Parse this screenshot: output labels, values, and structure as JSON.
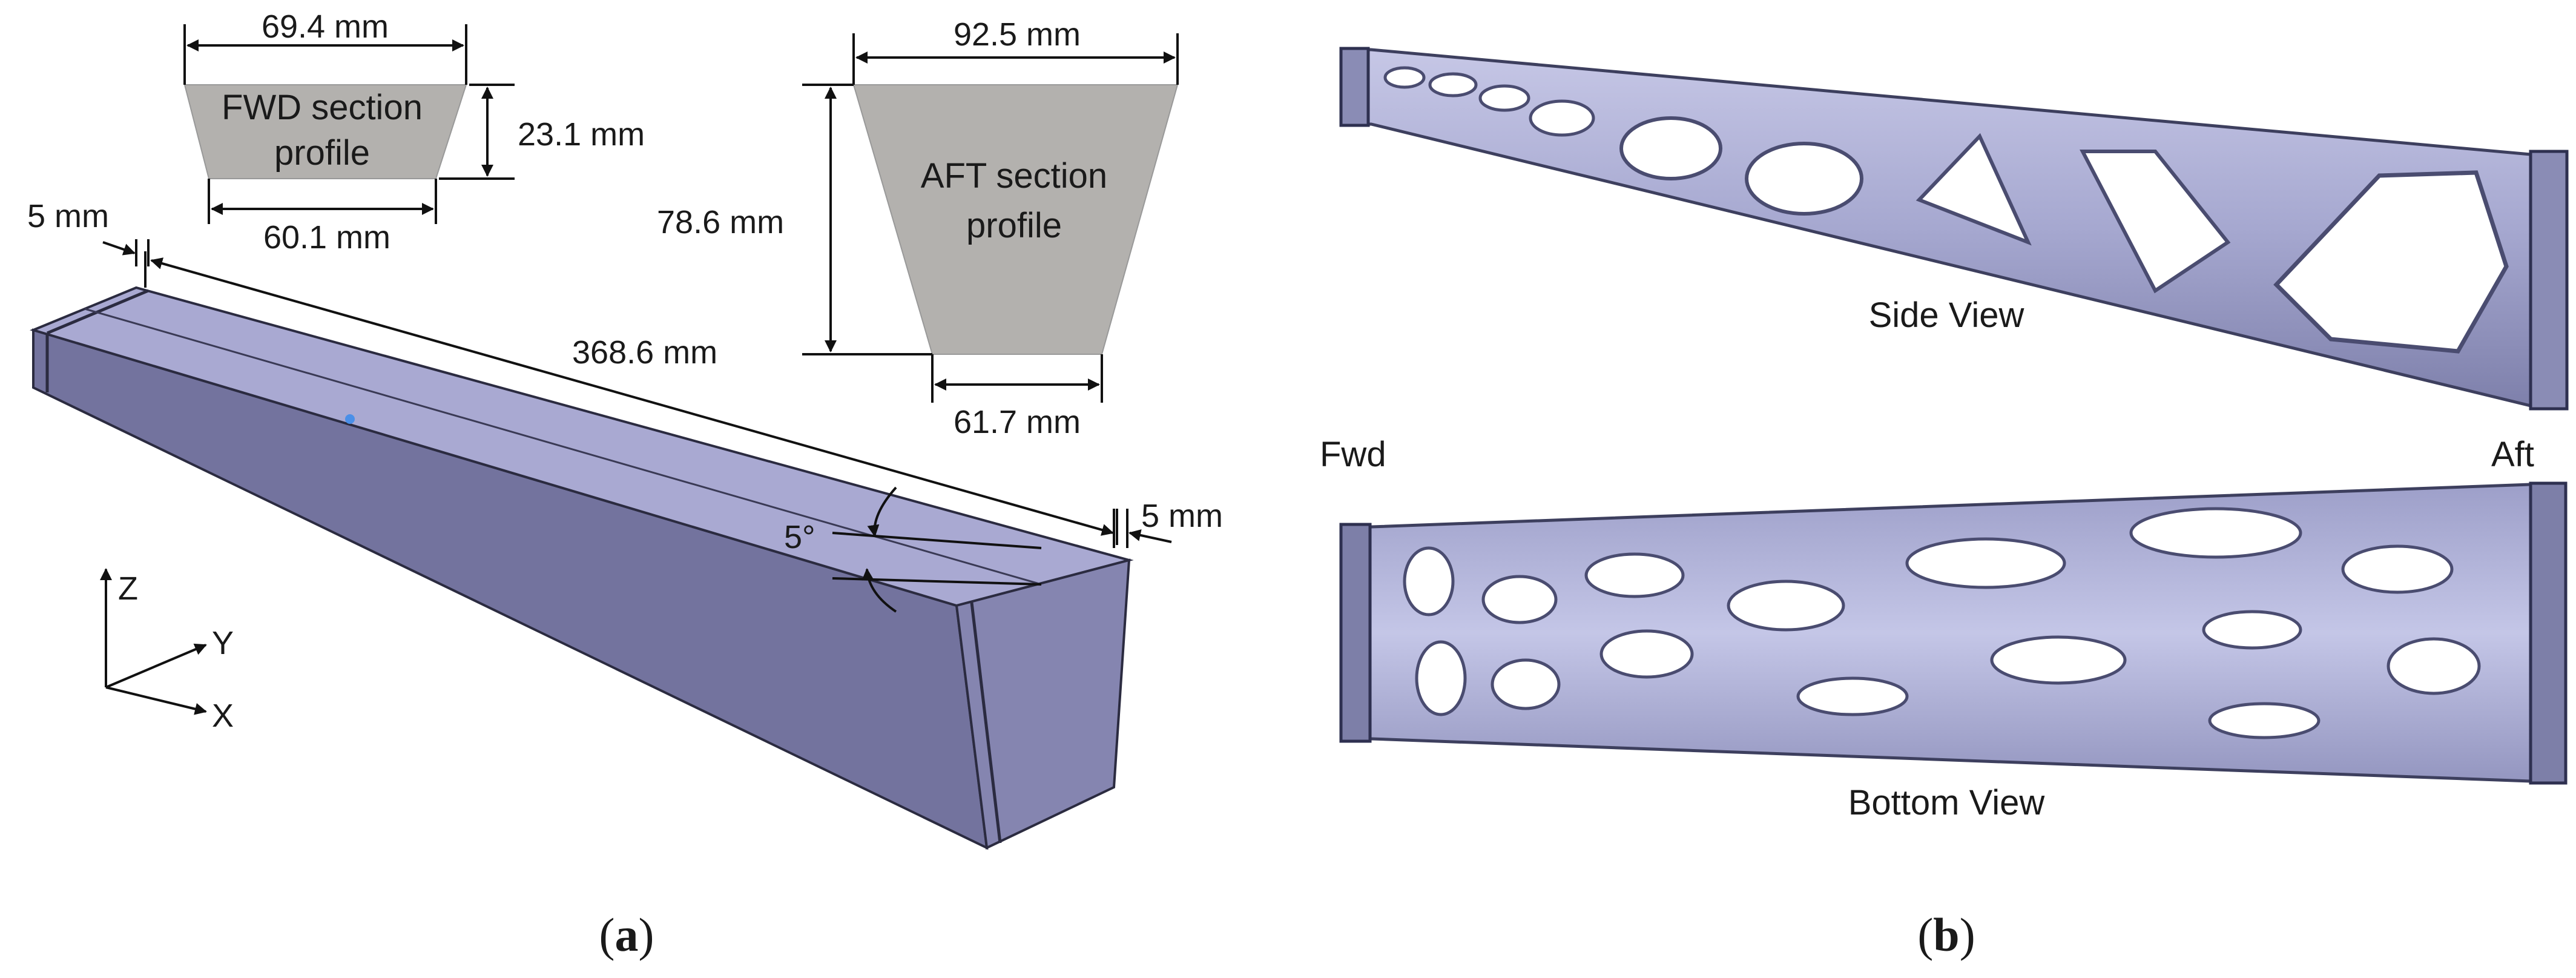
{
  "panel_a": {
    "caption_open": "(",
    "caption_letter": "a",
    "caption_close": ")",
    "fwd_profile": {
      "title_line1": "FWD section",
      "title_line2": "profile",
      "top_width": "69.4 mm",
      "bottom_width": "60.1 mm",
      "height": "23.1 mm"
    },
    "aft_profile": {
      "title_line1": "AFT section",
      "title_line2": "profile",
      "top_width": "92.5 mm",
      "bottom_width": "61.7 mm",
      "height": "78.6 mm"
    },
    "beam": {
      "length": "368.6 mm",
      "fwd_cap": "5 mm",
      "aft_cap": "5 mm",
      "angle": "5°"
    },
    "axes": {
      "z": "Z",
      "y": "Y",
      "x": "X"
    }
  },
  "panel_b": {
    "caption_open": "(",
    "caption_letter": "b",
    "caption_close": ")",
    "side_view_label": "Side View",
    "bottom_view_label": "Bottom View",
    "fwd_label": "Fwd",
    "aft_label": "Aft"
  },
  "colors": {
    "section_fill": "#b3b1ae",
    "beam_top": "#a9a9d2",
    "beam_side": "#73739e",
    "beam_end": "#8585b0",
    "lattice": "#aeb0d6",
    "lattice_shadow": "#5a5c80"
  }
}
